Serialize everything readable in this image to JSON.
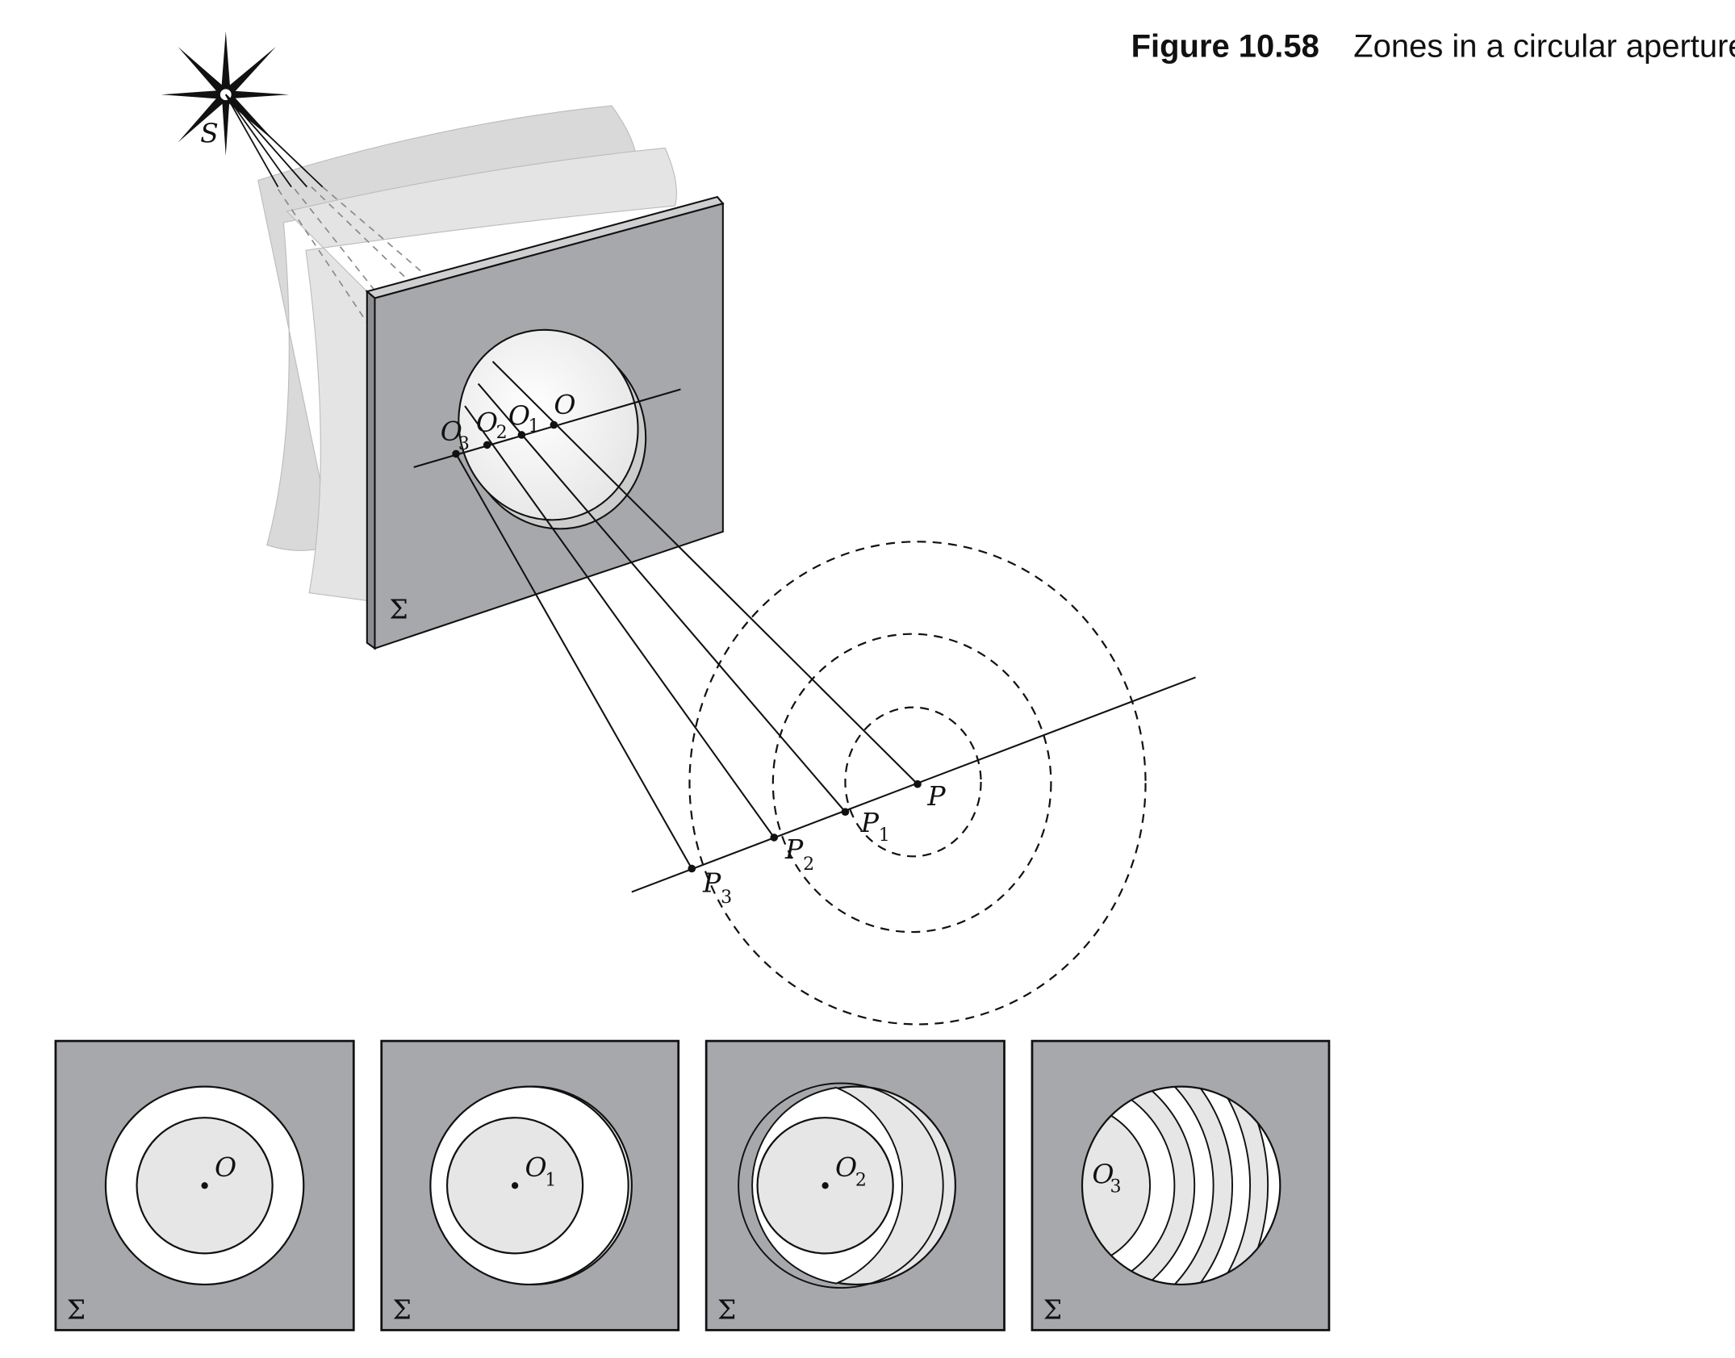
{
  "caption": {
    "number": "Figure 10.58",
    "text": "Zones in a circular aperture."
  },
  "labels": {
    "source": "S",
    "screen": "Σ",
    "O": "O",
    "O1": "O",
    "O1_sub": "1",
    "O2": "O",
    "O2_sub": "2",
    "O3": "O",
    "O3_sub": "3",
    "P": "P",
    "P1": "P",
    "P1_sub": "1",
    "P2": "P",
    "P2_sub": "2",
    "P3": "P",
    "P3_sub": "3"
  },
  "panels": [
    {
      "label": "O",
      "sub": "",
      "sigma": "Σ"
    },
    {
      "label": "O",
      "sub": "1",
      "sigma": "Σ"
    },
    {
      "label": "O",
      "sub": "2",
      "sigma": "Σ"
    },
    {
      "label": "O",
      "sub": "3",
      "sigma": "Σ"
    }
  ],
  "colors": {
    "screen": "#a7a8ab",
    "zone_light": "#e6e6e6",
    "wavefront": "#d4d4d4"
  }
}
